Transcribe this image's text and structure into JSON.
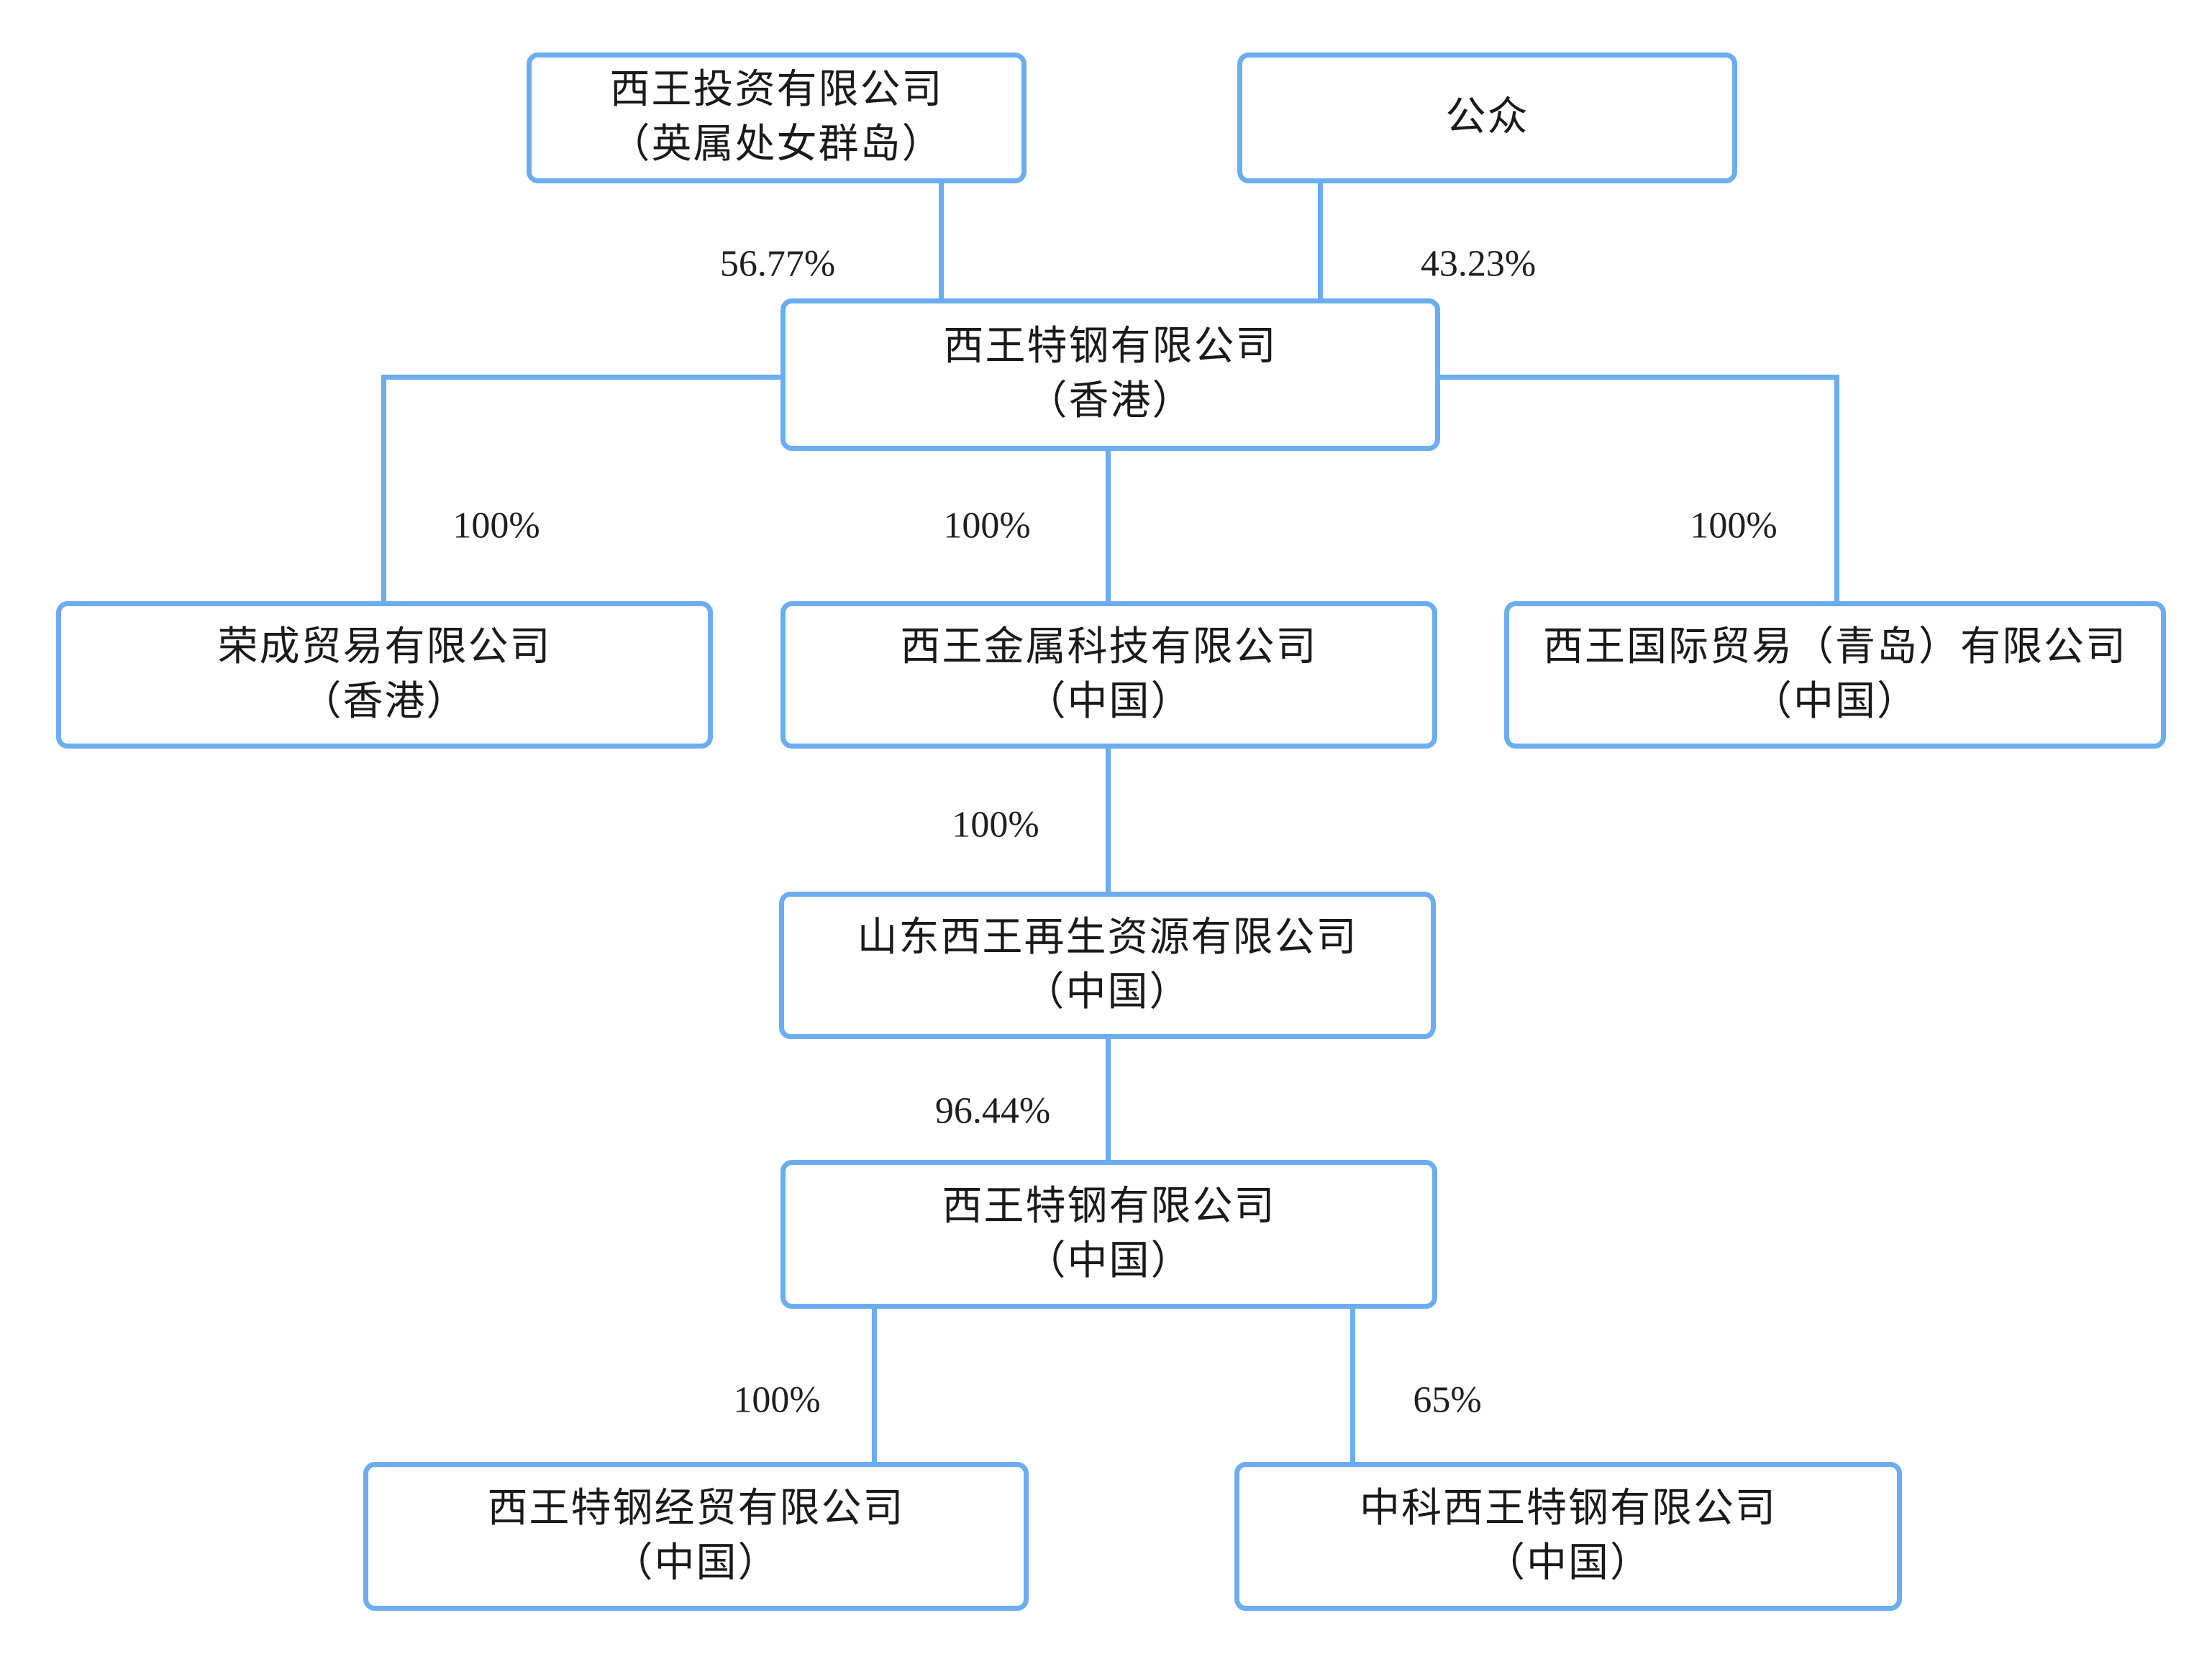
{
  "diagram": {
    "type": "corporate-structure-org-chart",
    "colors": {
      "line": "#6cadf1",
      "box_border": "#6cadf1",
      "box_background": "#ffffff",
      "text": "#1a1a1a",
      "background": "#ffffff"
    },
    "nodes": [
      {
        "id": "xiwang-investment",
        "line1": "西王投资有限公司",
        "line2": "（英属处女群岛）"
      },
      {
        "id": "public",
        "line1": "公众"
      },
      {
        "id": "xiwang-special-steel-hk",
        "line1": "西王特钢有限公司",
        "line2": "（香港）"
      },
      {
        "id": "rongcheng-trading",
        "line1": "荣成贸易有限公司",
        "line2": "（香港）"
      },
      {
        "id": "xiwang-metal-tech",
        "line1": "西王金属科技有限公司",
        "line2": "（中国）"
      },
      {
        "id": "xiwang-intl-trading-qingdao",
        "line1": "西王国际贸易（青岛）有限公司",
        "line2": "（中国）"
      },
      {
        "id": "shandong-xiwang-recycling",
        "line1": "山东西王再生资源有限公司",
        "line2": "（中国）"
      },
      {
        "id": "xiwang-special-steel-cn",
        "line1": "西王特钢有限公司",
        "line2": "（中国）"
      },
      {
        "id": "xiwang-steel-trading",
        "line1": "西王特钢经贸有限公司",
        "line2": "（中国）"
      },
      {
        "id": "zhongke-xiwang-steel",
        "line1": "中科西王特钢有限公司",
        "line2": "（中国）"
      }
    ],
    "ownership_labels": [
      {
        "from": "xiwang-investment",
        "to": "xiwang-special-steel-hk",
        "text": "56.77%"
      },
      {
        "from": "public",
        "to": "xiwang-special-steel-hk",
        "text": "43.23%"
      },
      {
        "from": "xiwang-special-steel-hk",
        "to": "rongcheng-trading",
        "text": "100%"
      },
      {
        "from": "xiwang-special-steel-hk",
        "to": "xiwang-metal-tech",
        "text": "100%"
      },
      {
        "from": "xiwang-special-steel-hk",
        "to": "xiwang-intl-trading-qingdao",
        "text": "100%"
      },
      {
        "from": "xiwang-metal-tech",
        "to": "shandong-xiwang-recycling",
        "text": "100%"
      },
      {
        "from": "shandong-xiwang-recycling",
        "to": "xiwang-special-steel-cn",
        "text": "96.44%"
      },
      {
        "from": "xiwang-special-steel-cn",
        "to": "xiwang-steel-trading",
        "text": "100%"
      },
      {
        "from": "xiwang-special-steel-cn",
        "to": "zhongke-xiwang-steel",
        "text": "65%"
      }
    ]
  }
}
